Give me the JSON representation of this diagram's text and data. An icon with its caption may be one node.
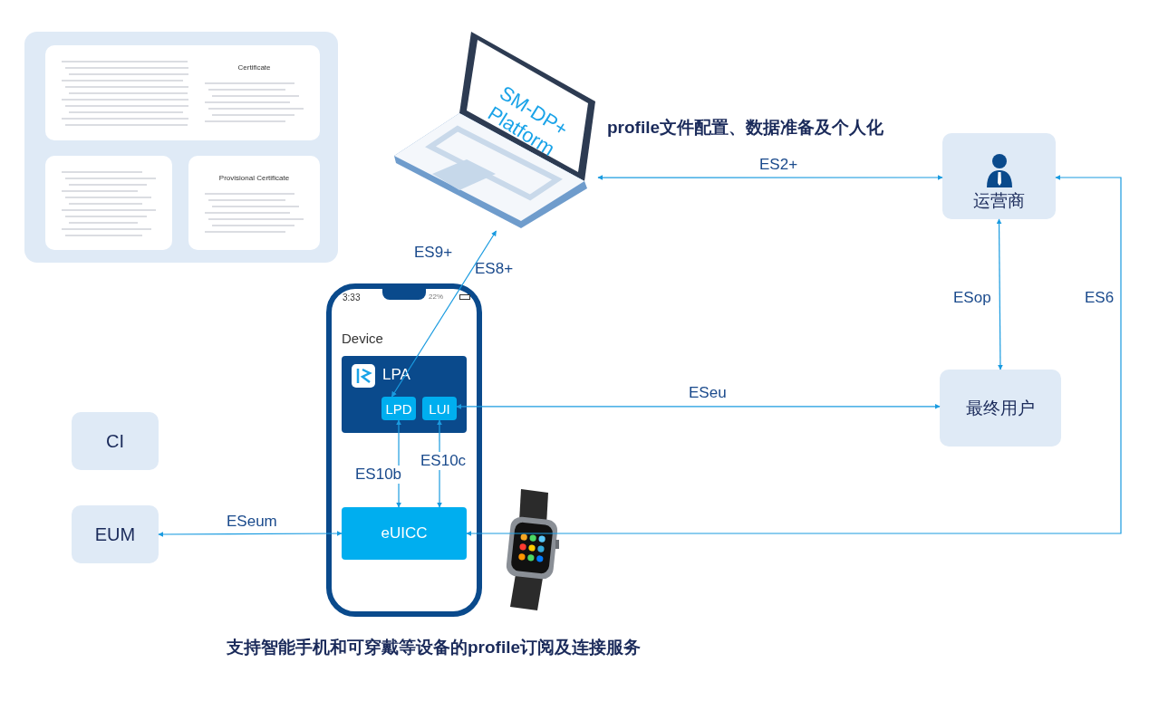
{
  "diagram": {
    "caption": "支持智能手机和可穿戴等设备的profile订阅及连接服务",
    "nodes": [
      {
        "text": [
          "SM-DP+ Platform"
        ],
        "beside": [
          "profile文件配置、数据准备及个人化"
        ]
      },
      {
        "text": [
          "运营商"
        ]
      },
      {
        "text": [
          "Device"
        ]
      },
      {
        "text": [
          "LPA"
        ],
        "in": 2
      },
      {
        "text": [
          "LPD"
        ],
        "in": 3
      },
      {
        "text": [
          "LUI"
        ],
        "in": 3
      },
      {
        "text": [
          "eUICC"
        ],
        "in": 2
      },
      {
        "text": [
          "最终用户"
        ]
      },
      {
        "text": [
          "CI"
        ]
      },
      {
        "text": [
          "EUM"
        ]
      }
    ],
    "edges": [
      {
        "from": 0,
        "to": 1,
        "arrow": "both",
        "label": "ES2+"
      },
      {
        "from": 4,
        "to": 0,
        "arrow": "both",
        "label": "ES9+"
      },
      {
        "from": 1,
        "to": 7,
        "arrow": "both",
        "label": "ESop"
      },
      {
        "from": 7,
        "to": 5,
        "arrow": "both",
        "label": "ESeu"
      },
      {
        "from": 4,
        "to": 6,
        "arrow": "both",
        "label": "ES10b"
      },
      {
        "from": 5,
        "to": 6,
        "arrow": "both",
        "label": "ES10c"
      },
      {
        "from": 6,
        "to": 9,
        "arrow": "both",
        "label": "ESeum"
      },
      {
        "from": 1,
        "to": 6,
        "arrow": "both",
        "label": "ES6"
      }
    ],
    "labels": [
      "Certificate",
      "Provisional Certificate",
      "ES8+",
      "3:33",
      "22%"
    ]
  }
}
